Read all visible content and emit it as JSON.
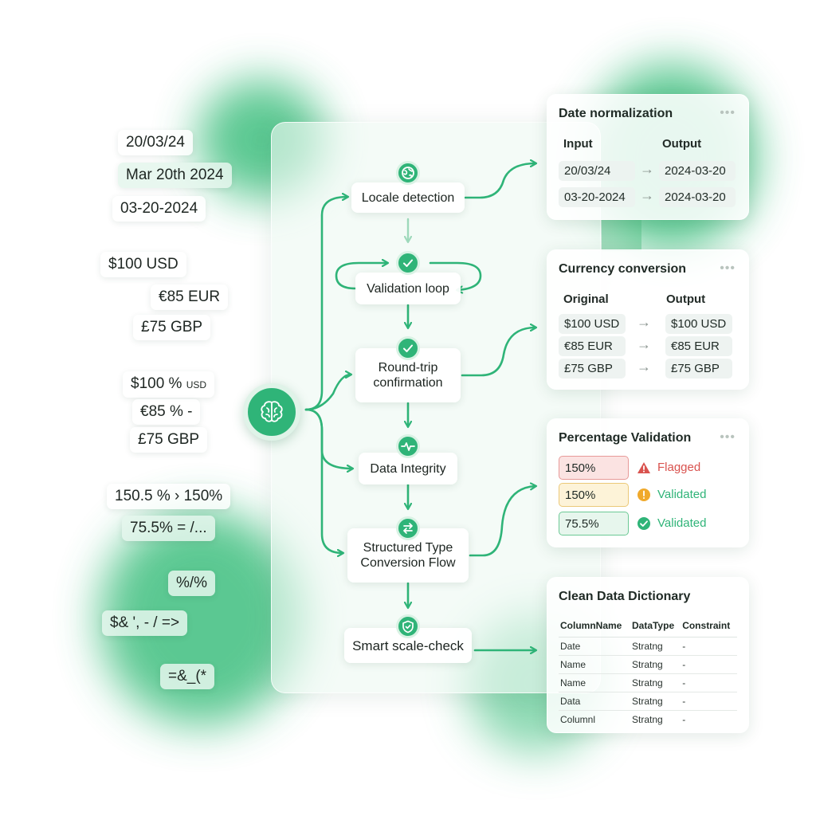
{
  "inputs": {
    "dates": [
      "20/03/24",
      "Mar 20th 2024",
      "03-20-2024"
    ],
    "currencies": [
      "$100 USD",
      "€85 EUR",
      "£75 GBP"
    ],
    "noisy_currency": {
      "first_main": "$100 %",
      "first_unit": "USD",
      "second": "€85 % -",
      "third": "£75 GBP"
    },
    "percents": [
      "150.5 % › 150%",
      "75.5% = /..."
    ],
    "symbols": [
      "%/%",
      "$& ', - / =>",
      "=&_(*"
    ]
  },
  "flow": {
    "locale_detection": "Locale detection",
    "validation_loop": "Validation loop",
    "round_trip": "Round-trip confirmation",
    "data_integrity": "Data Integrity",
    "structured_type": "Structured Type Conversion Flow",
    "smart_scale": "Smart scale-check"
  },
  "date_card": {
    "title": "Date normalization",
    "menu": "•••",
    "col_input": "Input",
    "col_output": "Output",
    "rows": [
      {
        "input": "20/03/24",
        "output": "2024-03-20"
      },
      {
        "input": "03-20-2024",
        "output": "2024-03-20"
      }
    ]
  },
  "currency_card": {
    "title": "Currency conversion",
    "menu": "•••",
    "col_original": "Original",
    "col_output": "Output",
    "rows": [
      {
        "original": "$100 USD",
        "output": "$100 USD"
      },
      {
        "original": "€85 EUR",
        "output": "€85 EUR"
      },
      {
        "original": "£75 GBP",
        "output": "£75 GBP"
      }
    ]
  },
  "percent_card": {
    "title": "Percentage Validation",
    "menu": "•••",
    "rows": [
      {
        "value": "150%",
        "status": "Flagged"
      },
      {
        "value": "150%",
        "status": "Validated"
      },
      {
        "value": "75.5%",
        "status": "Validated"
      }
    ]
  },
  "dict_card": {
    "title": "Clean Data Dictionary",
    "headers": [
      "ColumnName",
      "DataType",
      "Constraint"
    ],
    "rows": [
      [
        "Date",
        "Stratng",
        "-"
      ],
      [
        "Name",
        "Stratng",
        "-"
      ],
      [
        "Name",
        "Stratng",
        "-"
      ],
      [
        "Data",
        "Stratng",
        "-"
      ],
      [
        "Columnl",
        "Stratng",
        "-"
      ]
    ]
  },
  "colors": {
    "accent": "#2fb478",
    "blob": "#3fbf7f",
    "flagged": "#d9534f",
    "warning": "#f0a92b",
    "validated": "#2fb478"
  }
}
